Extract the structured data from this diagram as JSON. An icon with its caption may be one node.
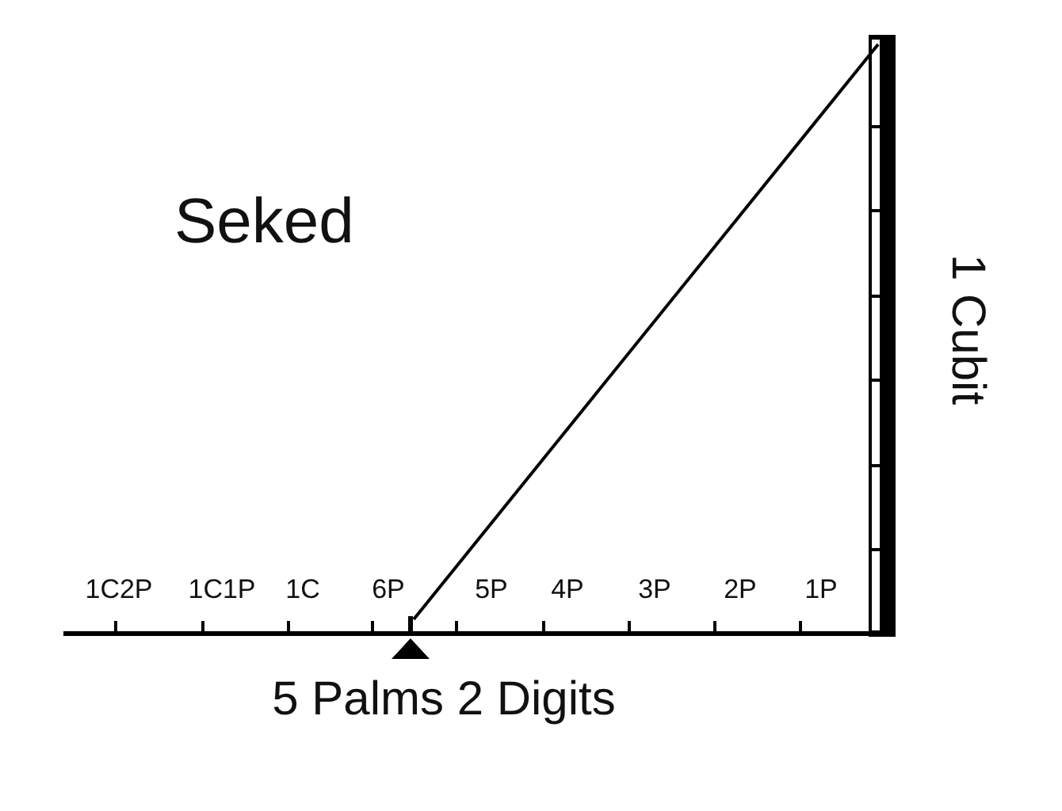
{
  "diagram": {
    "title": "Seked",
    "labels": [
      "1 Cubit",
      "1C2P",
      "1C1P",
      "1C",
      "6P",
      "5P",
      "4P",
      "3P",
      "2P",
      "1P",
      "5 Palms 2 Digits"
    ]
  }
}
